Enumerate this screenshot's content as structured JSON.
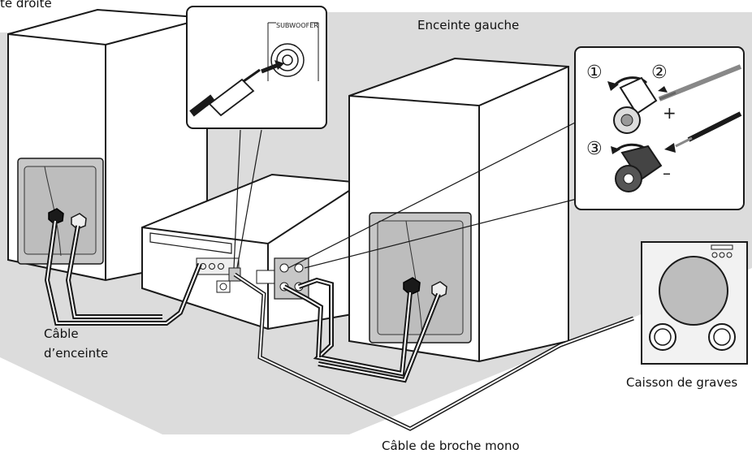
{
  "labels": {
    "right_speaker": "te droite",
    "left_speaker": "Enceinte gauche",
    "speaker_cable_line1": "Câble",
    "speaker_cable_line2": "d’enceinte",
    "subwoofer": "Caisson de graves",
    "mono_cable": "Câble de broche mono"
  },
  "inset_subwoofer": {
    "jack_label": "SUBWOOFER"
  },
  "inset_steps": {
    "step1": "①",
    "step2": "②",
    "step3": "③",
    "plus": "+",
    "minus": "–"
  },
  "colors": {
    "background_band": "#dcdcdc",
    "device_fill": "#ffffff",
    "panel": "#c7c7c7",
    "outline": "#1a1a1a",
    "cable": "#1a1a1a",
    "subwoofer_body": "#f2f2f2",
    "subwoofer_woofer": "#bdbdbd"
  }
}
